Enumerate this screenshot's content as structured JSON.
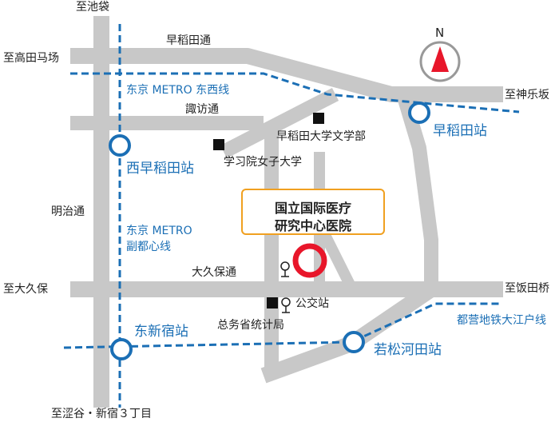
{
  "compass": {
    "label": "N"
  },
  "streets": {
    "top_left": "至池袋",
    "left_top": "至高田马场",
    "waseda_dori": "早稻田通",
    "right_top": "至神乐坂",
    "suwa_dori": "諏访通",
    "meiji_dori": "明治通",
    "okubo_dori": "大久保通",
    "left_bottom": "至大久保",
    "right_bottom": "至饭田桥",
    "bottom": "至涩谷・新宿３丁目"
  },
  "lines": {
    "tozai": "东京 METRO 东西线",
    "fukutoshin_1": "东京 METRO",
    "fukutoshin_2": "副都心线",
    "oedo": "都营地铁大江户线"
  },
  "stations": {
    "waseda": "早稻田站",
    "nishi_waseda": "西早稻田站",
    "higashi_shinjuku": "东新宿站",
    "wakamatsu_kawada": "若松河田站"
  },
  "landmarks": {
    "waseda_univ": "早稻田大学文学部",
    "gakushuin": "学习院女子大学",
    "bus_stop": "公交站",
    "ministry": "总务省统计局"
  },
  "hospital": {
    "line1": "国立国际医疗",
    "line2": "研究中心医院"
  },
  "colors": {
    "road": "#c8c8c8",
    "metro": "#1b6fb5",
    "marker": "#e8162a",
    "hospital_border": "#f0a020"
  }
}
